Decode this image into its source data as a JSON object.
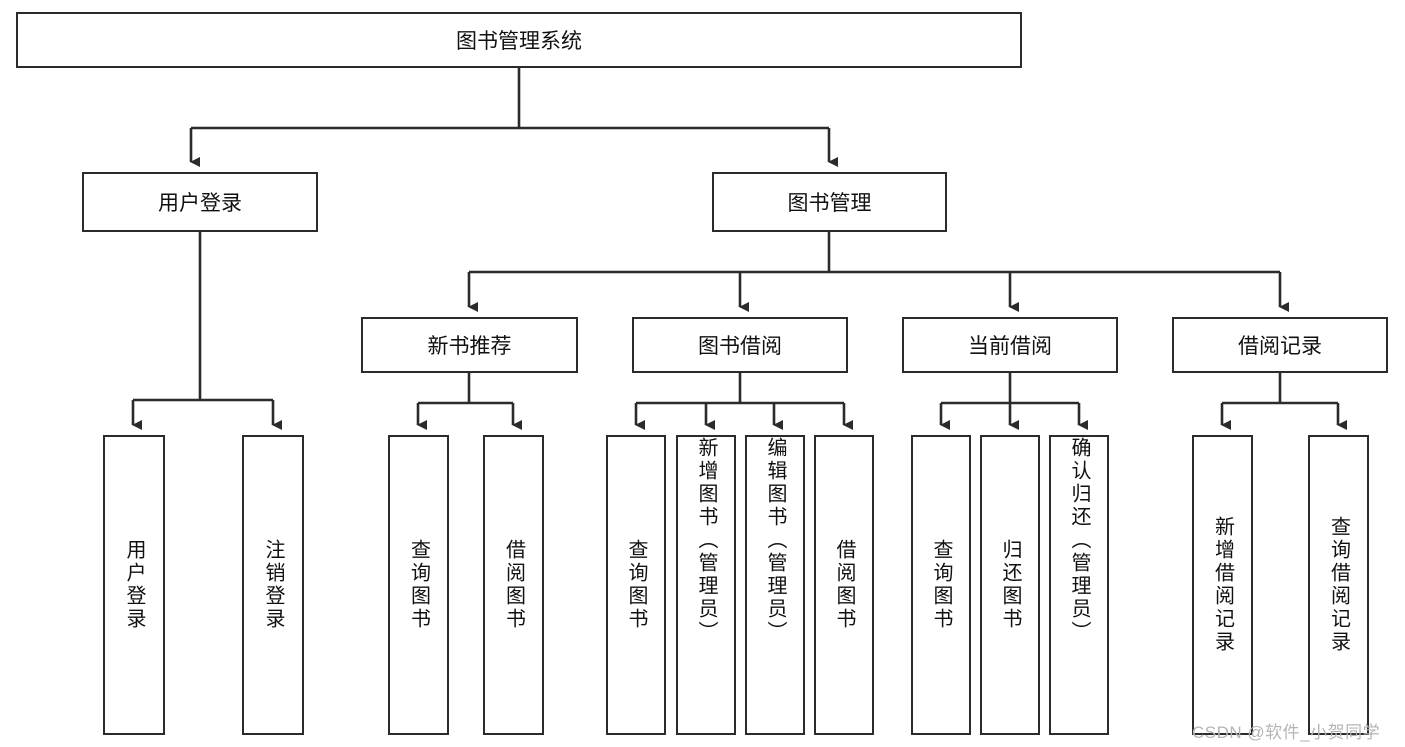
{
  "diagram": {
    "type": "tree-hierarchy",
    "title": "图书管理系统",
    "root": {
      "label": "图书管理系统"
    },
    "level2": [
      {
        "label": "用户登录"
      },
      {
        "label": "图书管理"
      }
    ],
    "level3": [
      {
        "label": "新书推荐"
      },
      {
        "label": "图书借阅"
      },
      {
        "label": "当前借阅"
      },
      {
        "label": "借阅记录"
      }
    ],
    "leaves": {
      "user_login": [
        {
          "label": "用户登录"
        },
        {
          "label": "注销登录"
        }
      ],
      "new_book_recommend": [
        {
          "label": "查询图书"
        },
        {
          "label": "借阅图书"
        }
      ],
      "book_borrow": [
        {
          "label": "查询图书"
        },
        {
          "label": "新增图书（管理员）"
        },
        {
          "label": "编辑图书（管理员）"
        },
        {
          "label": "借阅图书"
        }
      ],
      "current_borrow": [
        {
          "label": "查询图书"
        },
        {
          "label": "归还图书"
        },
        {
          "label": "确认归还（管理员）"
        }
      ],
      "borrow_record": [
        {
          "label": "新增借阅记录"
        },
        {
          "label": "查询借阅记录"
        }
      ]
    }
  },
  "watermark": {
    "text": "CSDN @软件_小贺同学"
  },
  "colors": {
    "stroke": "#2b2b2b",
    "background": "#ffffff",
    "text": "#111111",
    "watermark": "#b5b5b5"
  }
}
